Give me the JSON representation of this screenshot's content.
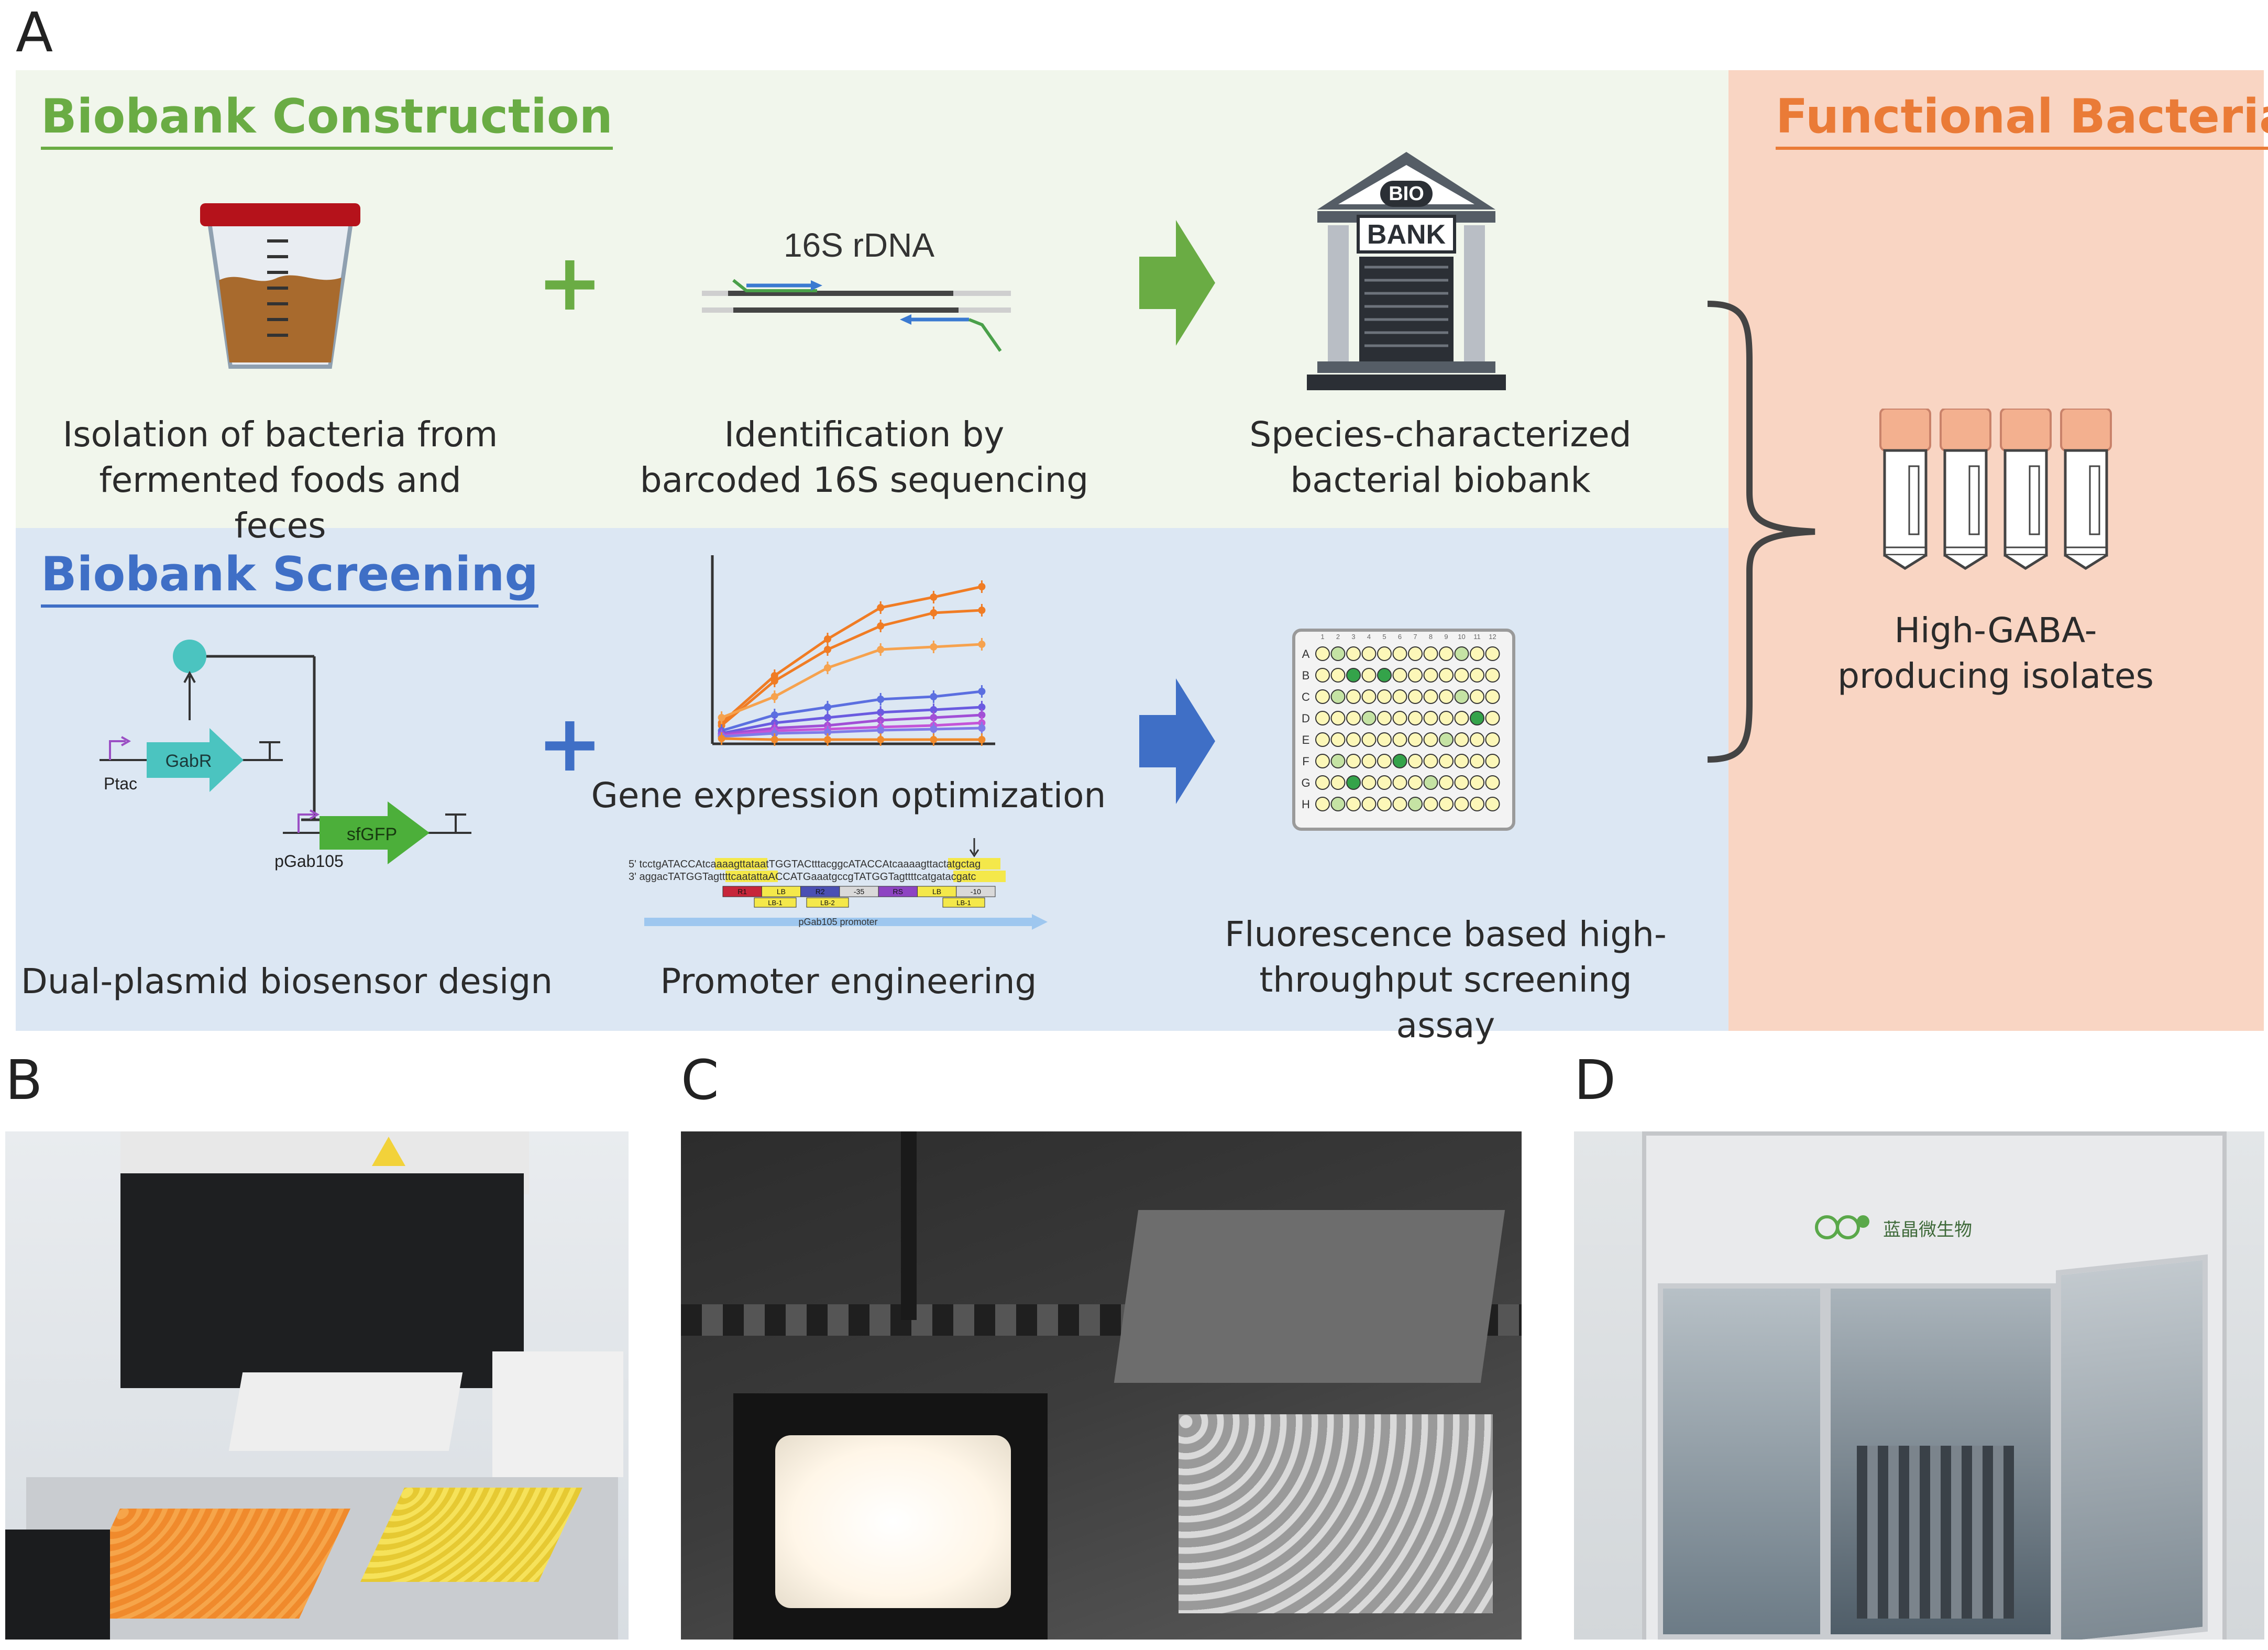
{
  "panel_labels": {
    "a": "A",
    "b": "B",
    "c": "C",
    "d": "D"
  },
  "construction": {
    "title": "Biobank Construction",
    "isolation_caption": "Isolation of bacteria from fermented foods and feces",
    "identification_caption": "Identification by barcoded 16S sequencing",
    "biobank_caption": "Species-characterized bacterial biobank",
    "rdna_label": "16S rDNA",
    "bank_sign_top": "BIO",
    "bank_sign_main": "BANK",
    "plus": "+"
  },
  "screening": {
    "title": "Biobank Screening",
    "biosensor_caption": "Dual-plasmid biosensor design",
    "gene_caption": "Gene expression optimization",
    "promoter_caption": "Promoter engineering",
    "assay_caption": "Fluorescence based high-throughput screening assay",
    "plus": "+",
    "circuit": {
      "promoter1": "Ptac",
      "gene1": "GabR",
      "promoter2": "pGab105",
      "gene2": "sfGFP"
    },
    "plate_rows": [
      "A",
      "B",
      "C",
      "D",
      "E",
      "F",
      "G",
      "H"
    ],
    "plate_cols": [
      "1",
      "2",
      "3",
      "4",
      "5",
      "6",
      "7",
      "8",
      "9",
      "10",
      "11",
      "12"
    ],
    "seq_line1": "5' tcctgATACCAtcaaaagttataatTGGTACtttacggcATACCAtcaaaagttactatgctag",
    "seq_line2": "3' aggacTATGGTagttttcaatattaACCATGaaatgccgTATGGTagttttcatgatacgatc",
    "promoter_bar_label": "pGab105 promoter",
    "promoter_segments": [
      "R1",
      "LB",
      "R2",
      "-35",
      "RS",
      "LB",
      "-10"
    ],
    "promoter_subsegments": [
      "LB-1",
      "LB-2",
      "LB-1"
    ]
  },
  "functional": {
    "title": "Functional Bacteria",
    "caption": "High-GABA-producing isolates"
  },
  "photos": {
    "d_logo_text": "蓝晶微生物"
  },
  "colors": {
    "construction_bg": "#f1f6ec",
    "screening_bg": "#dce7f3",
    "functional_bg": "#f9d5c3",
    "construction_accent": "#6aac44",
    "screening_accent": "#3f6fc6",
    "functional_accent": "#ea7b37"
  }
}
